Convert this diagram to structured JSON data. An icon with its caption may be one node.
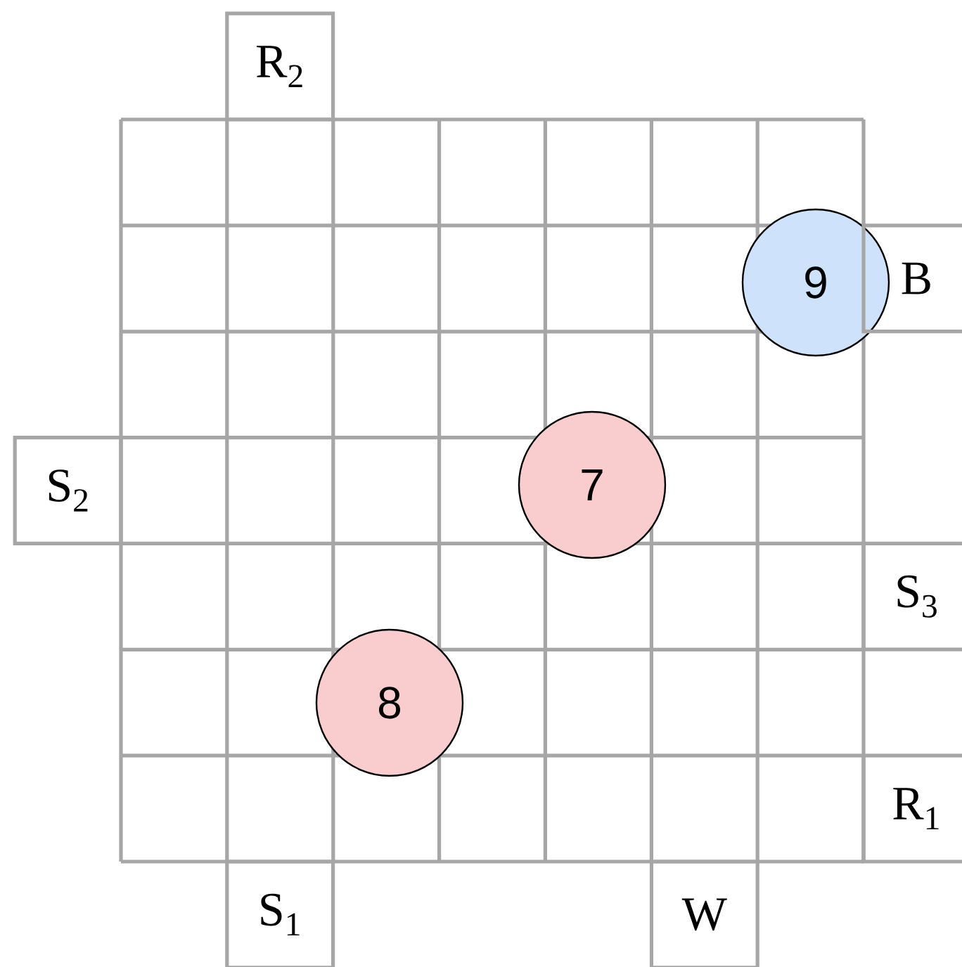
{
  "diagram": {
    "nodes": [
      {
        "text": [
          "R$_{2}$"
        ]
      },
      {
        "text": [
          "9"
        ]
      },
      {
        "text": [
          "B"
        ]
      },
      {
        "text": [
          "S$_{2}$"
        ]
      },
      {
        "text": [
          "7"
        ]
      },
      {
        "text": [
          "S$_{3}$"
        ]
      },
      {
        "text": [
          "8"
        ]
      },
      {
        "text": [
          "R$_{1}$"
        ]
      },
      {
        "text": [
          "S$_{1}$"
        ]
      },
      {
        "text": [
          "W"
        ]
      }
    ]
  }
}
